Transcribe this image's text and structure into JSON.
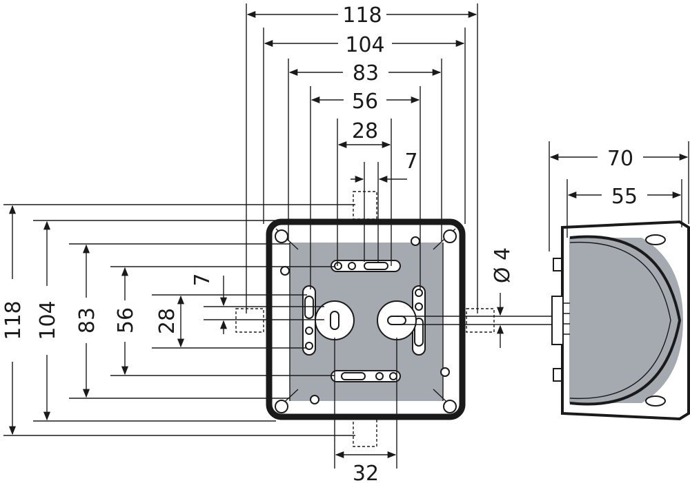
{
  "dimensions": {
    "top_118": "118",
    "top_104": "104",
    "top_83": "83",
    "top_56": "56",
    "top_28": "28",
    "top_7": "7",
    "left_118": "118",
    "left_104": "104",
    "left_83": "83",
    "left_56": "56",
    "left_28": "28",
    "left_7": "7",
    "bottom_32": "32",
    "diameter_4": "Ø 4",
    "side_70": "70",
    "side_55": "55"
  }
}
